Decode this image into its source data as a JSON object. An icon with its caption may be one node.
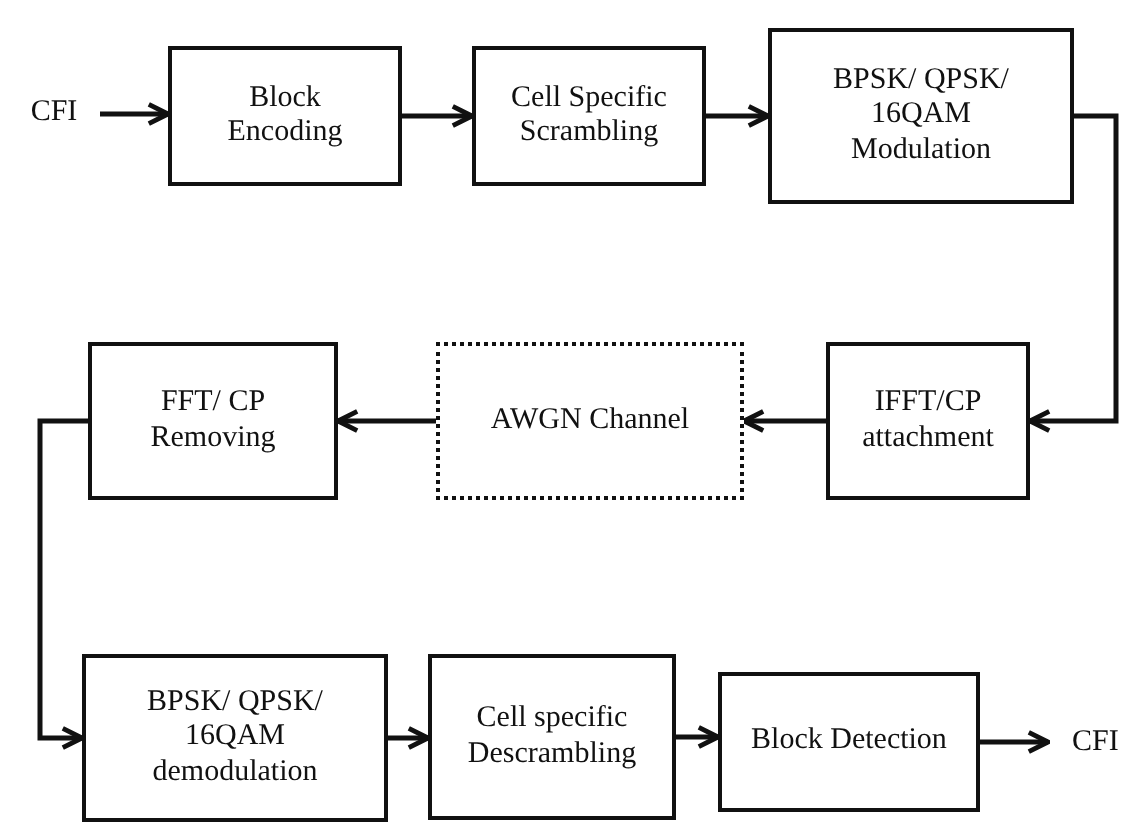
{
  "diagram": {
    "nodes": [
      {
        "text": [
          "CFI"
        ]
      },
      {
        "text": [
          "Block Encoding"
        ]
      },
      {
        "text": [
          "Cell Specific Scrambling"
        ]
      },
      {
        "text": [
          "BPSK/ QPSK/ 16QAM Modulation"
        ]
      },
      {
        "text": [
          "IFFT/CP attachment"
        ]
      },
      {
        "text": [
          "AWGN Channel"
        ]
      },
      {
        "text": [
          "FFT/ CP Removing"
        ]
      },
      {
        "text": [
          "BPSK/ QPSK/ 16QAM demodulation"
        ]
      },
      {
        "text": [
          "Cell specific Descrambling"
        ]
      },
      {
        "text": [
          "Block Detection"
        ]
      },
      {
        "text": [
          "CFI"
        ]
      }
    ],
    "edges": [
      {
        "from": 0,
        "to": 1,
        "arrow": "to"
      },
      {
        "from": 1,
        "to": 2,
        "arrow": "to"
      },
      {
        "from": 2,
        "to": 3,
        "arrow": "to"
      },
      {
        "from": 3,
        "to": 4,
        "arrow": "to"
      },
      {
        "from": 4,
        "to": 5,
        "arrow": "to"
      },
      {
        "from": 5,
        "to": 6,
        "arrow": "to"
      },
      {
        "from": 6,
        "to": 7,
        "arrow": "to"
      },
      {
        "from": 7,
        "to": 8,
        "arrow": "to"
      },
      {
        "from": 8,
        "to": 9,
        "arrow": "to"
      },
      {
        "from": 9,
        "to": 10,
        "arrow": "to"
      }
    ]
  }
}
